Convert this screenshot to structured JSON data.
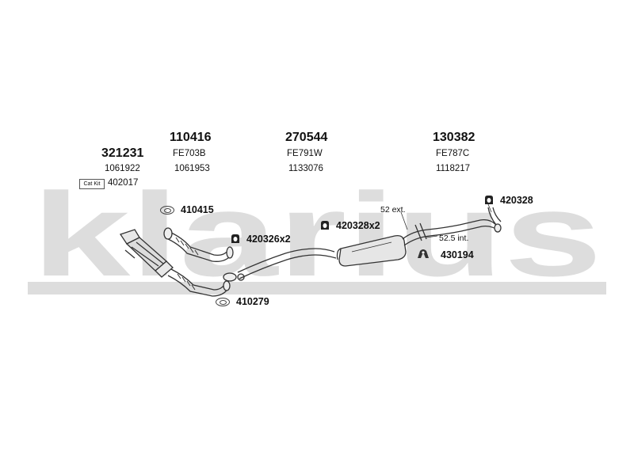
{
  "watermark": {
    "text": "klarius",
    "color": "#d9d9d9"
  },
  "part_numbers": {
    "p321231": "321231",
    "p110416": "110416",
    "p270544": "270544",
    "p130382": "130382"
  },
  "ref_codes": {
    "fe703b": "FE703B",
    "fe791w": "FE791W",
    "fe787c": "FE787C"
  },
  "oe_numbers": {
    "n1061922": "1061922",
    "n1061953": "1061953",
    "n1133076": "1133076",
    "n1118217": "1118217"
  },
  "cat_kit": {
    "label": "Cat Kit",
    "number": "402017"
  },
  "fittings": {
    "f410415": "410415",
    "f420326": "420326x2",
    "f420328x2": "420328x2",
    "f420328": "420328",
    "f430194": "430194",
    "f410279": "410279"
  },
  "dimensions": {
    "ext": "52 ext.",
    "int": "52.5 int."
  }
}
